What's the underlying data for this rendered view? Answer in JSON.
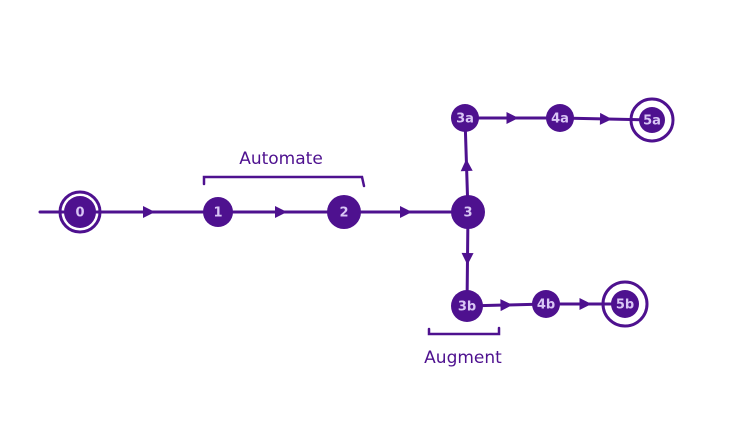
{
  "diagram": {
    "type": "state-flow",
    "nodes": [
      {
        "id": "0",
        "label": "0",
        "kind": "start-accept"
      },
      {
        "id": "1",
        "label": "1",
        "kind": "state"
      },
      {
        "id": "2",
        "label": "2",
        "kind": "state"
      },
      {
        "id": "3",
        "label": "3",
        "kind": "state"
      },
      {
        "id": "3a",
        "label": "3a",
        "kind": "state"
      },
      {
        "id": "4a",
        "label": "4a",
        "kind": "state"
      },
      {
        "id": "5a",
        "label": "5a",
        "kind": "accept"
      },
      {
        "id": "3b",
        "label": "3b",
        "kind": "state"
      },
      {
        "id": "4b",
        "label": "4b",
        "kind": "state"
      },
      {
        "id": "5b",
        "label": "5b",
        "kind": "accept"
      }
    ],
    "edges": [
      {
        "from": "0",
        "to": "1"
      },
      {
        "from": "1",
        "to": "2"
      },
      {
        "from": "2",
        "to": "3"
      },
      {
        "from": "3",
        "to": "3a"
      },
      {
        "from": "3a",
        "to": "4a"
      },
      {
        "from": "4a",
        "to": "5a"
      },
      {
        "from": "3",
        "to": "3b"
      },
      {
        "from": "3b",
        "to": "4b"
      },
      {
        "from": "4b",
        "to": "5b"
      }
    ],
    "annotations": [
      {
        "id": "automate",
        "label": "Automate",
        "spans": [
          "1",
          "2"
        ]
      },
      {
        "id": "augment",
        "label": "Augment",
        "spans": [
          "3b"
        ]
      }
    ],
    "colors": {
      "primary": "#4e118f",
      "label": "#d9c6f5",
      "background": "#ffffff"
    }
  }
}
